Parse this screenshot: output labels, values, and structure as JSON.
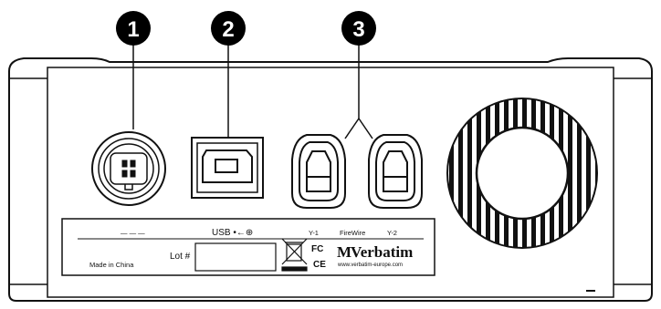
{
  "callouts": [
    {
      "number": "1",
      "target": "power-connector"
    },
    {
      "number": "2",
      "target": "usb-port"
    },
    {
      "number": "3",
      "target": "firewire-ports"
    }
  ],
  "label_panel": {
    "power_mark": "— — —",
    "usb_label": "USB •←⊕",
    "firewire_1": "Y-1",
    "firewire_text": "FireWire",
    "firewire_2": "Y-2",
    "made_in": "Made in China",
    "lot_label": "Lot #",
    "fcc_mark": "FC",
    "ce_mark": "CE",
    "brand_name": "Verbatim",
    "brand_logo": "M",
    "website": "www.verbatim-europe.com"
  },
  "colors": {
    "callout_fill": "#000000",
    "outline": "#111111",
    "background": "#ffffff"
  },
  "icons": {
    "weee": "crossed-out-bin-icon",
    "fcc": "fcc-mark-icon",
    "ce": "ce-mark-icon",
    "fan": "fan-grille-icon"
  }
}
